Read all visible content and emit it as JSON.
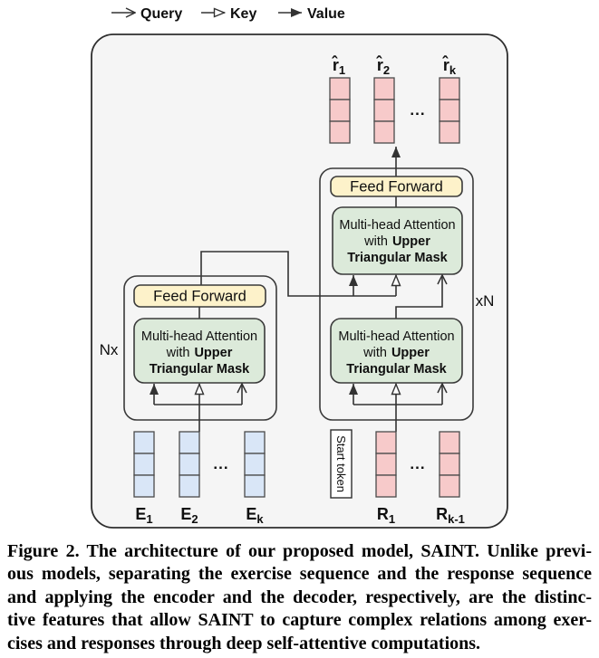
{
  "legend": {
    "query_label": "Query",
    "key_label": "Key",
    "value_label": "Value"
  },
  "encoder": {
    "feed_forward_label": "Feed Forward",
    "repeat_label": "Nx"
  },
  "decoder": {
    "feed_forward_label": "Feed Forward",
    "repeat_label": "xN"
  },
  "attention_box": {
    "line1": "Multi-head Attention",
    "line2_normal": "with",
    "line2_bold": "Upper",
    "line3": "Triangular Mask"
  },
  "outputs": {
    "labels": [
      {
        "base": "r̂",
        "sub": "1"
      },
      {
        "base": "r̂",
        "sub": "2"
      },
      {
        "base": "r̂",
        "sub": "k"
      }
    ],
    "dots": "..."
  },
  "exercises": {
    "labels": [
      {
        "base": "E",
        "sub": "1"
      },
      {
        "base": "E",
        "sub": "2"
      },
      {
        "base": "E",
        "sub": "k"
      }
    ],
    "dots": "..."
  },
  "responses": {
    "start_token_label": "Start token",
    "labels": [
      {
        "base": "R",
        "sub": "1"
      },
      {
        "base": "R",
        "sub": "k-1"
      }
    ],
    "dots": "..."
  },
  "colors": {
    "container_fill": "#f5f5f5",
    "feed_forward_fill": "#fdf2ca",
    "attention_fill": "#dceada",
    "response_cell_fill": "#f7caca",
    "exercise_cell_fill": "#d9e6f7",
    "line": "#333333"
  },
  "caption": {
    "lines": [
      "Figure 2. The architecture of our proposed model, SAINT. Unlike previ-",
      "ous models, separating the exercise sequence and the response sequence",
      "and applying the encoder and the decoder, respectively, are the distinc-",
      "tive features that allow SAINT to capture complex relations among exer-",
      "cises and responses through deep self-attentive computations."
    ]
  }
}
